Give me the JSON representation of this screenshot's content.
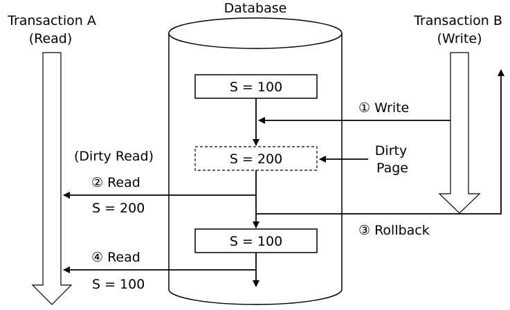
{
  "database": {
    "title": "Database",
    "box_top_value": "S = 100",
    "box_dirty_value": "S = 200",
    "box_bottom_value": "S = 100"
  },
  "transaction_a": {
    "title": "Transaction A",
    "mode": "(Read)"
  },
  "transaction_b": {
    "title": "Transaction B",
    "mode": "(Write)"
  },
  "steps": {
    "write": "① Write",
    "read_dirty": "② Read",
    "rollback": "③ Rollback",
    "read_final": "④ Read"
  },
  "values": {
    "read_dirty_value": "S = 200",
    "read_final_value": "S = 100"
  },
  "annotations": {
    "dirty_read": "(Dirty Read)",
    "dirty_page_line1": "Dirty",
    "dirty_page_line2": "Page"
  }
}
